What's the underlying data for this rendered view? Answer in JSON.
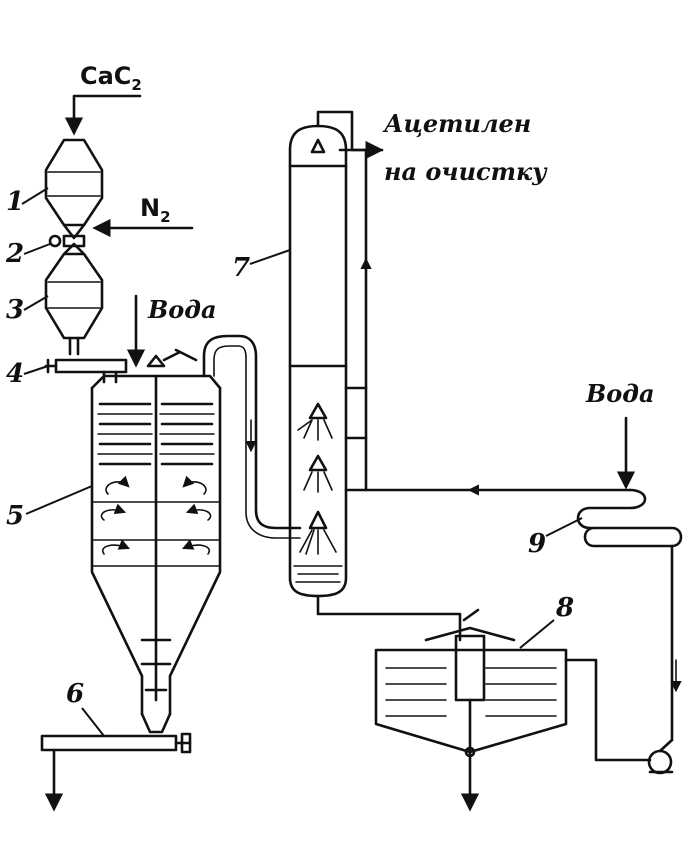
{
  "labels": {
    "cac2_main": "CaC",
    "cac2_sub": "2",
    "n2_main": "N",
    "n2_sub": "2",
    "water_top": "Вода",
    "water_right": "Вода",
    "acetylene_line1": "Ацетилен",
    "acetylene_line2": "на очистку"
  },
  "numbers": [
    "1",
    "2",
    "3",
    "4",
    "5",
    "6",
    "7",
    "8",
    "9"
  ],
  "colors": {
    "ink": "#111111",
    "background": "#ffffff"
  }
}
